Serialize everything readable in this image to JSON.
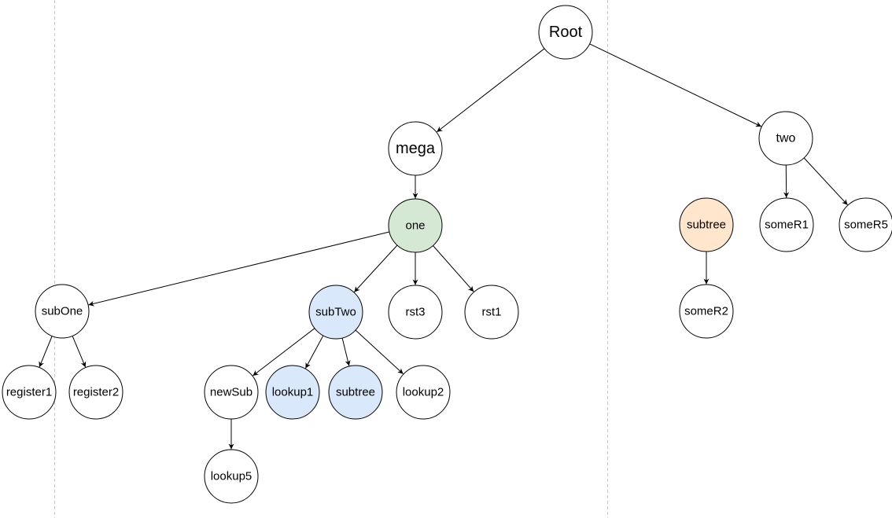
{
  "colors": {
    "default_fill": "#ffffff",
    "green_fill": "#d5e8d4",
    "green_stroke": "#82b366",
    "blue_fill": "#dae8fc",
    "blue_stroke": "#6c8ebf",
    "orange_fill": "#ffe6cc",
    "orange_stroke": "#d79b00"
  },
  "nodes": [
    {
      "id": "root",
      "label": "Root",
      "style": "default"
    },
    {
      "id": "mega",
      "label": "mega",
      "style": "default"
    },
    {
      "id": "two",
      "label": "two",
      "style": "default"
    },
    {
      "id": "one",
      "label": "one",
      "style": "green"
    },
    {
      "id": "subtree_orange",
      "label": "subtree",
      "style": "orange"
    },
    {
      "id": "someR1",
      "label": "someR1",
      "style": "default"
    },
    {
      "id": "someR5",
      "label": "someR5",
      "style": "default"
    },
    {
      "id": "subOne",
      "label": "subOne",
      "style": "default"
    },
    {
      "id": "subTwo",
      "label": "subTwo",
      "style": "blue"
    },
    {
      "id": "rst3",
      "label": "rst3",
      "style": "default"
    },
    {
      "id": "rst1",
      "label": "rst1",
      "style": "default"
    },
    {
      "id": "someR2",
      "label": "someR2",
      "style": "default"
    },
    {
      "id": "register1",
      "label": "register1",
      "style": "default"
    },
    {
      "id": "register2",
      "label": "register2",
      "style": "default"
    },
    {
      "id": "newSub",
      "label": "newSub",
      "style": "default"
    },
    {
      "id": "lookup1",
      "label": "lookup1",
      "style": "blue"
    },
    {
      "id": "subtree_blue",
      "label": "subtree",
      "style": "blue"
    },
    {
      "id": "lookup2",
      "label": "lookup2",
      "style": "default"
    },
    {
      "id": "lookup5",
      "label": "lookup5",
      "style": "default"
    }
  ],
  "edges": [
    {
      "from": "root",
      "to": "mega"
    },
    {
      "from": "root",
      "to": "two"
    },
    {
      "from": "mega",
      "to": "one"
    },
    {
      "from": "two",
      "to": "someR1"
    },
    {
      "from": "two",
      "to": "someR5"
    },
    {
      "from": "subtree_orange",
      "to": "someR2"
    },
    {
      "from": "one",
      "to": "subOne"
    },
    {
      "from": "one",
      "to": "subTwo"
    },
    {
      "from": "one",
      "to": "rst3"
    },
    {
      "from": "one",
      "to": "rst1"
    },
    {
      "from": "subOne",
      "to": "register1"
    },
    {
      "from": "subOne",
      "to": "register2"
    },
    {
      "from": "subTwo",
      "to": "newSub"
    },
    {
      "from": "subTwo",
      "to": "lookup1"
    },
    {
      "from": "subTwo",
      "to": "subtree_blue"
    },
    {
      "from": "subTwo",
      "to": "lookup2"
    },
    {
      "from": "newSub",
      "to": "lookup5"
    }
  ]
}
